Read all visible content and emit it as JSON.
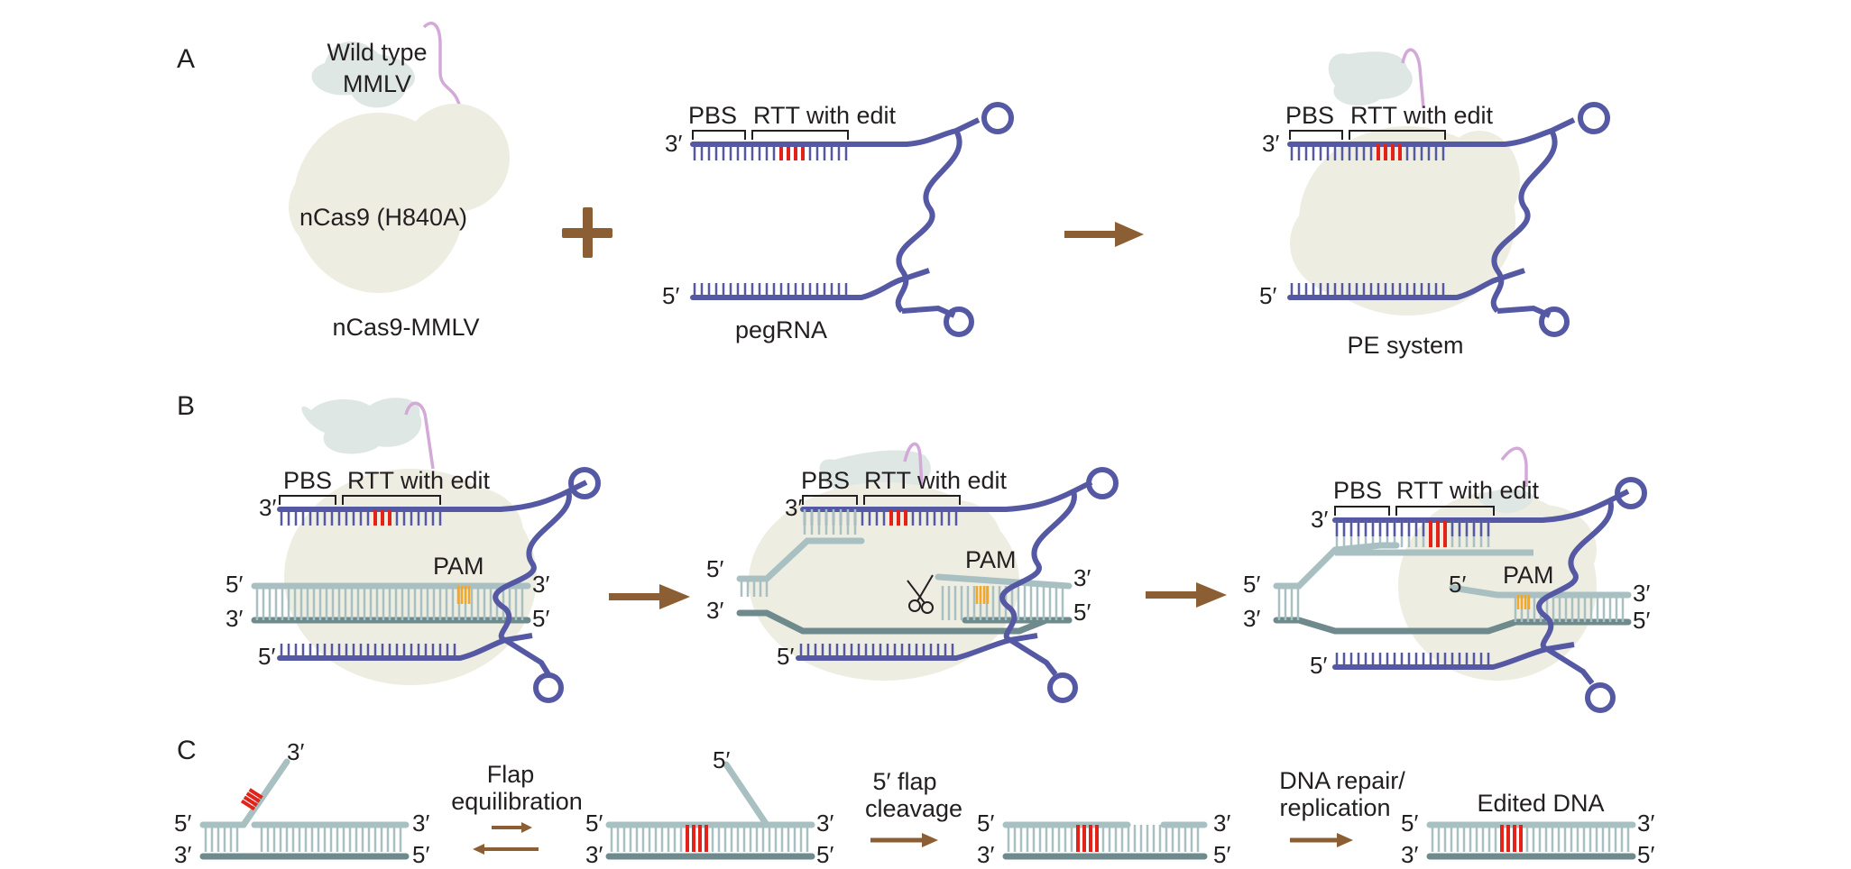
{
  "panel_labels": {
    "a": "A",
    "b": "B",
    "c": "C"
  },
  "colors": {
    "rna": "#5558a3",
    "edit": "#e2231a",
    "dna_top": "#a9c0c3",
    "dna_bottom": "#6f8a8c",
    "pam": "#f5a623",
    "cas9": "#eeede2",
    "rt": "#dfe7e5",
    "linker": "#d3a9d8",
    "arrow": "#8b5e34",
    "text": "#231f20"
  },
  "panel_a": {
    "wild_type_line1": "Wild type",
    "wild_type_line2": "MMLV",
    "ncas9": "nCas9 (H840A)",
    "fusion": "nCas9-MMLV",
    "pbs": "PBS",
    "rtt": "RTT with edit",
    "end_3": "3′",
    "end_5": "5′",
    "pegrna": "pegRNA",
    "pe_system": "PE system",
    "plus_icon": "plus-icon",
    "arrow_icon": "right-arrow-icon"
  },
  "panel_b": {
    "pbs": "PBS",
    "rtt": "RTT with edit",
    "pam": "PAM",
    "end_3": "3′",
    "end_5": "5′",
    "scissors_icon": "scissors-icon"
  },
  "panel_c": {
    "end_3": "3′",
    "end_5": "5′",
    "step1_line1": "Flap",
    "step1_line2": "equilibration",
    "step2_line1": "5′ flap",
    "step2_line2": "cleavage",
    "step3_line1": "DNA repair/",
    "step3_line2": "replication",
    "edited": "Edited DNA"
  }
}
